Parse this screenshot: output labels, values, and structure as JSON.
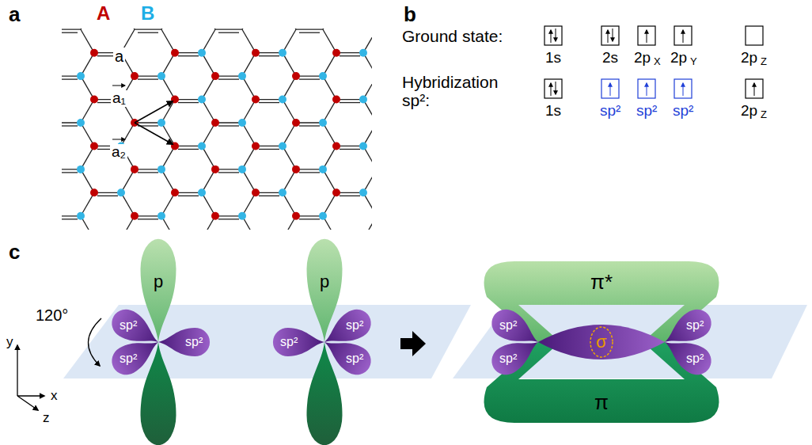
{
  "diagram": {
    "labels": [
      "a",
      "A",
      "B",
      "a",
      "a₁",
      "a₂",
      "b",
      "Ground state:",
      "1s",
      "2s",
      "2p",
      "X",
      "2p",
      "Y",
      "2p",
      "Z",
      "Hybridization sp²:",
      "1s",
      "sp²",
      "sp²",
      "sp²",
      "2p",
      "Z",
      "c",
      "p",
      "p",
      "120°",
      "y",
      "x",
      "z",
      "sp²",
      "sp²",
      "sp²",
      "sp²",
      "sp²",
      "sp²",
      "π*",
      "π",
      "σ",
      "sp²",
      "sp²",
      "sp²",
      "sp²"
    ]
  }
}
